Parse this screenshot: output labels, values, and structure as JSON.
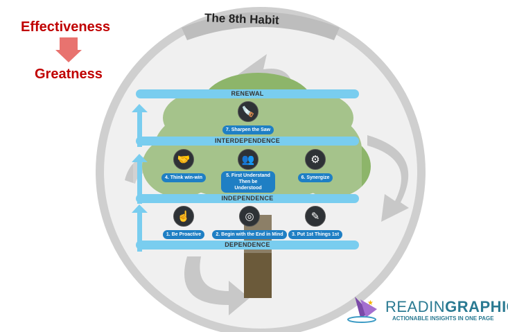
{
  "header": {
    "from": "Effectiveness",
    "to": "Greatness"
  },
  "banner": "The 8th Habit",
  "levels": {
    "renewal": "RENEWAL",
    "interdependence": "INTERDEPENDENCE",
    "independence": "INDEPENDENCE",
    "dependence": "DEPENDENCE"
  },
  "habits": [
    {
      "label": "1. Be Proactive",
      "icon": "pointing-hand-icon"
    },
    {
      "label": "2. Begin with the End in Mind",
      "icon": "head-target-icon"
    },
    {
      "label": "3. Put 1st Things 1st",
      "icon": "checklist-icon"
    },
    {
      "label": "4. Think win-win",
      "icon": "handshake-icon"
    },
    {
      "label": "5. First Understand Then be Understood",
      "icon": "people-icon"
    },
    {
      "label": "6. Synergize",
      "icon": "synergy-icon"
    },
    {
      "label": "7. Sharpen the Saw",
      "icon": "saw-icon"
    }
  ],
  "logo": {
    "part1": "READIN",
    "part2": "GRAPHICS",
    "tagline": "ACTIONABLE INSIGHTS IN ONE PAGE"
  },
  "colors": {
    "red": "#c00000",
    "bar": "#79cdef",
    "pill": "#1f7fc4",
    "tree": "#8db56a"
  }
}
